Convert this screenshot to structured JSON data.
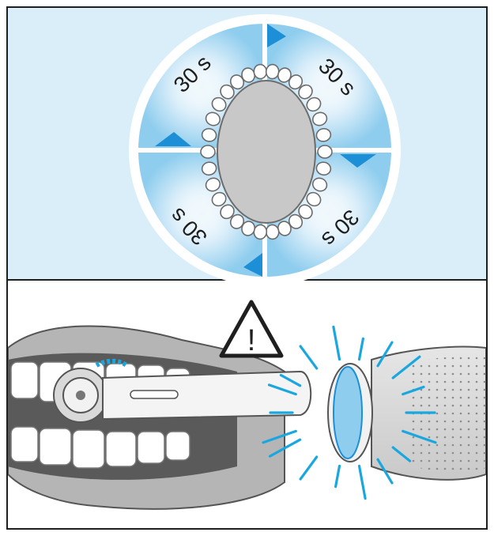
{
  "timer_labels": {
    "upper_left": "30 s",
    "upper_right": "30 s",
    "lower_left": "30 s",
    "lower_right": "30 s"
  },
  "warning": {
    "symbol": "!"
  },
  "colors": {
    "panel_background": "#d9eef9",
    "quadrant_blue": "#8fcdee",
    "marker_blue": "#1d8fd6",
    "flash_blue": "#1aa7df",
    "palate_gray": "#c8c8c8",
    "gum_gray": "#9e9e9e",
    "outline": "#1f1f1f"
  }
}
